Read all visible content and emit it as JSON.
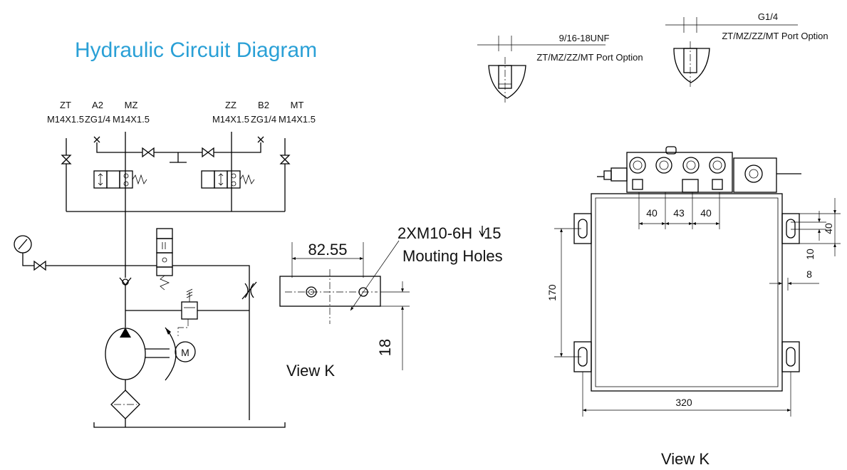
{
  "diagram": {
    "title": "Hydraulic Circuit Diagram",
    "ports": [
      {
        "name": "ZT",
        "thread": "M14X1.5"
      },
      {
        "name": "A2",
        "thread": "ZG1/4"
      },
      {
        "name": "MZ",
        "thread": "M14X1.5"
      },
      {
        "name": "ZZ",
        "thread": "M14X1.5"
      },
      {
        "name": "B2",
        "thread": "ZG1/4"
      },
      {
        "name": "MT",
        "thread": "M14X1.5"
      }
    ],
    "motor_label": "M",
    "port_options": [
      {
        "thread": "9/16-18UNF",
        "caption": "ZT/MZ/ZZ/MT Port Option"
      },
      {
        "thread": "G1/4",
        "caption": "ZT/MZ/ZZ/MT Port Option"
      }
    ],
    "view_k_small": {
      "hole_spec": "2XM10-6H",
      "hole_depth": "15",
      "hole_caption": "Mouting Holes",
      "spacing": "82.55",
      "height": "18",
      "label": "View K"
    },
    "main_view": {
      "dims_top": [
        "40",
        "43",
        "40"
      ],
      "dim_right_40": "40",
      "dim_right_10": "10",
      "dim_right_8": "8",
      "dim_height": "170",
      "dim_width": "320",
      "label": "View K"
    }
  }
}
